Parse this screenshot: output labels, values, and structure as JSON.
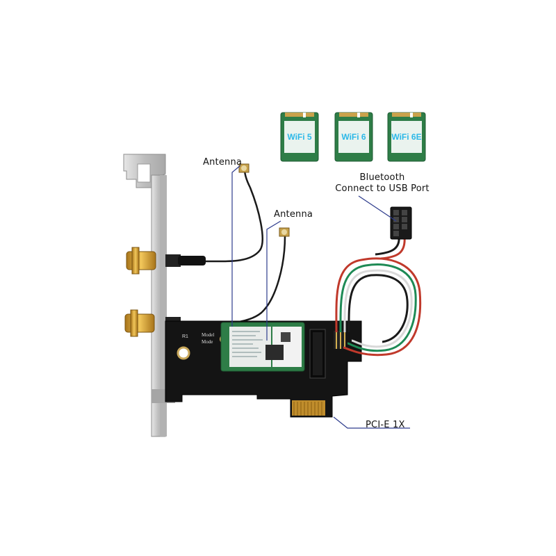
{
  "labels": {
    "antenna_1": "Antenna",
    "antenna_2": "Antenna",
    "bluetooth_line1": "Bluetooth",
    "bluetooth_line2": "Connect to USB Port",
    "pcie": "PCI-E 1X"
  },
  "modules": [
    {
      "label": "WiFi 5"
    },
    {
      "label": "WiFi 6"
    },
    {
      "label": "WiFi 6E"
    }
  ],
  "board_print": {
    "model_line1": "Model",
    "model_line2": "Mode"
  },
  "colors": {
    "callout_line": "#2d3b8c",
    "pcb": "#141414",
    "module_pcb": "#2e7d47",
    "module_label_bg": "#eaf3ee",
    "module_label_text": "#2cb8e8",
    "bracket": "#c9c9c9",
    "gold": "#d9a73a",
    "wire_red": "#c0392b",
    "wire_green": "#1e8a55",
    "wire_white": "#e8e8e8",
    "wire_black": "#1a1a1a"
  }
}
